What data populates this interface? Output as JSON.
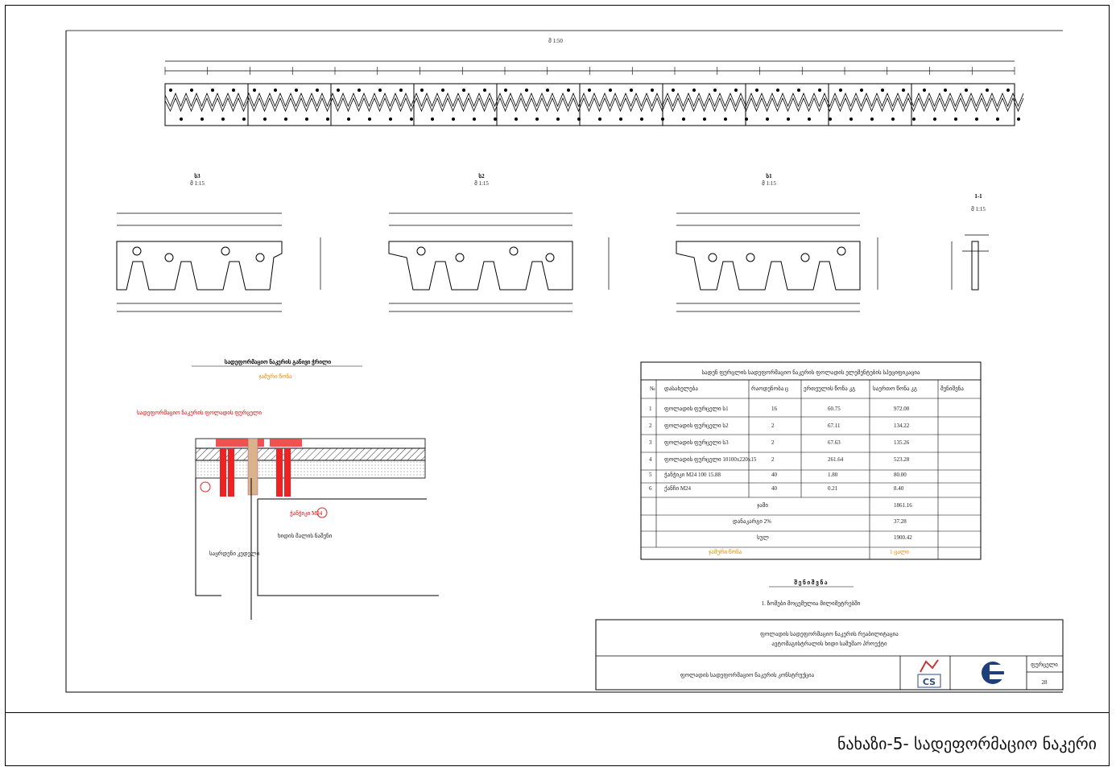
{
  "caption": "ნახაზი-5- სადეფორმაციო ნაკერი",
  "drawing": {
    "top_scale": "მ 1:50",
    "segments": {
      "e1": "ს1",
      "e2": "ს2",
      "e3": "ს3",
      "scale_small": "მ 1:15",
      "section_title": "1-1",
      "section_scale": "მ 1:15"
    },
    "table": {
      "title": "სადენ ფურცლის სადეფორმაციო ნაკერის ფოლადის ელემენტების სპეციფიკაცია",
      "headers": [
        "№",
        "დასახელება",
        "რაოდენობა ც",
        "ერთეულის წონა კგ",
        "საერთო წონა კგ",
        "შენიშვნა"
      ],
      "rows": [
        [
          "1",
          "ფოლადის ფურცელი ს1",
          "16",
          "60.75",
          "972.00",
          ""
        ],
        [
          "2",
          "ფოლადის ფურცელი ს2",
          "2",
          "67.11",
          "134.22",
          ""
        ],
        [
          "3",
          "ფოლადის ფურცელი ს3",
          "2",
          "67.63",
          "135.26",
          ""
        ],
        [
          "4",
          "ფოლადის ფურცელი 10100x220x15",
          "2",
          "261.64",
          "523.28",
          ""
        ],
        [
          "5",
          "ჭანჭიკი M24 100 15.88",
          "40",
          "1.80",
          "80.00",
          ""
        ],
        [
          "6",
          "ქანჩი M24",
          "40",
          "0.21",
          "8.40",
          ""
        ]
      ],
      "sum_label": "ჯამი",
      "sum_value": "1861.16",
      "extra_label": "დანაკარგი 2%",
      "extra_value": "37.28",
      "total_label": "სულ",
      "total_value": "1900.42",
      "note_label": "ჯამური წონა",
      "note_value": "1 ცალი"
    },
    "notes_heading": "შ ე ნ ი შ ვ ნ ა",
    "note_1": "1. ზომები მოცემულია მილიმეტრებში",
    "title_block": {
      "line1": "ფოლადის სადეფორმაციო ნაკერის რეაბილიტაცია",
      "line2": "ავტომაგისტრალის ხიდი სამუშაო პროექტი",
      "sheet_title": "ფოლადის სადეფორმაციო ნაკერის კონსტრუქცია",
      "sheet_label": "ფურცელი",
      "sheet_no": "28",
      "logo1_text": "CS"
    },
    "detail": {
      "heading": "სადეფორმაციო ნაკერის განივი ჭრილი",
      "red_label": "სადეფორმაციო ნაკერის ფოლადის ფურცელი",
      "orange_label": "ჯამური წონა",
      "bolt_label": "ჭანჭიკი M24",
      "gray1": "საყრდენი კედელი",
      "gray2": "ხიდის მალის ნაშენი"
    }
  }
}
